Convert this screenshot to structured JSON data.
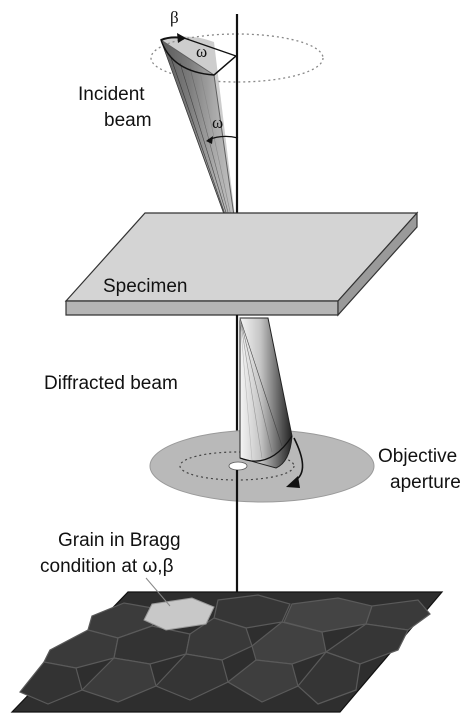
{
  "labels": {
    "beta_top": "β",
    "omega_top": "ω",
    "omega_mid": "ω",
    "incident_1": "Incident",
    "incident_2": "beam",
    "specimen": "Specimen",
    "diffracted": "Diffracted beam",
    "objective_1": "Objective",
    "objective_2": "aperture",
    "grain_1": "Grain in Bragg",
    "grain_2": "condition at ω,β"
  },
  "colors": {
    "specimen_top": "#d4d4d4",
    "specimen_side": "#9a9a9a",
    "aperture": "#b9b9b9",
    "grain_floor": "#2e2e2e",
    "bright_grain": "#c8c8c8",
    "line": "#111111"
  }
}
